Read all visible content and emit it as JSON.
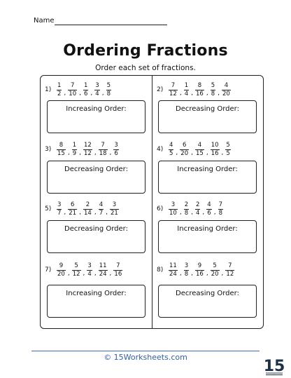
{
  "header": {
    "name_label": "Name"
  },
  "title": "Ordering Fractions",
  "subtitle": "Order each set of fractions.",
  "problems": [
    {
      "number": "1)",
      "label": "Increasing Order:",
      "fractions": [
        [
          "1",
          "2"
        ],
        [
          "7",
          "10"
        ],
        [
          "1",
          "6"
        ],
        [
          "3",
          "4"
        ],
        [
          "5",
          "8"
        ]
      ]
    },
    {
      "number": "2)",
      "label": "Decreasing Order:",
      "fractions": [
        [
          "7",
          "12"
        ],
        [
          "1",
          "4"
        ],
        [
          "8",
          "16"
        ],
        [
          "5",
          "8"
        ],
        [
          "4",
          "20"
        ]
      ]
    },
    {
      "number": "3)",
      "label": "Decreasing Order:",
      "fractions": [
        [
          "8",
          "15"
        ],
        [
          "1",
          "9"
        ],
        [
          "12",
          "12"
        ],
        [
          "7",
          "18"
        ],
        [
          "3",
          "6"
        ]
      ]
    },
    {
      "number": "4)",
      "label": "Increasing Order:",
      "fractions": [
        [
          "4",
          "5"
        ],
        [
          "6",
          "20"
        ],
        [
          "4",
          "15"
        ],
        [
          "10",
          "16"
        ],
        [
          "5",
          "5"
        ]
      ]
    },
    {
      "number": "5)",
      "label": "Decreasing Order:",
      "fractions": [
        [
          "3",
          "7"
        ],
        [
          "6",
          "21"
        ],
        [
          "2",
          "14"
        ],
        [
          "4",
          "7"
        ],
        [
          "3",
          "21"
        ]
      ]
    },
    {
      "number": "6)",
      "label": "Increasing Order:",
      "fractions": [
        [
          "3",
          "10"
        ],
        [
          "2",
          "8"
        ],
        [
          "2",
          "4"
        ],
        [
          "4",
          "6"
        ],
        [
          "7",
          "8"
        ]
      ]
    },
    {
      "number": "7)",
      "label": "Increasing Order:",
      "fractions": [
        [
          "9",
          "20"
        ],
        [
          "5",
          "12"
        ],
        [
          "3",
          "4"
        ],
        [
          "11",
          "24"
        ],
        [
          "7",
          "16"
        ]
      ]
    },
    {
      "number": "8)",
      "label": "Decreasing Order:",
      "fractions": [
        [
          "11",
          "24"
        ],
        [
          "3",
          "8"
        ],
        [
          "9",
          "16"
        ],
        [
          "5",
          "20"
        ],
        [
          "7",
          "12"
        ]
      ]
    }
  ],
  "footer": {
    "text": "© 15Worksheets.com"
  },
  "logo": {
    "text": "15",
    "icon": "worksheets-logo-icon",
    "color": "#1f3147"
  }
}
